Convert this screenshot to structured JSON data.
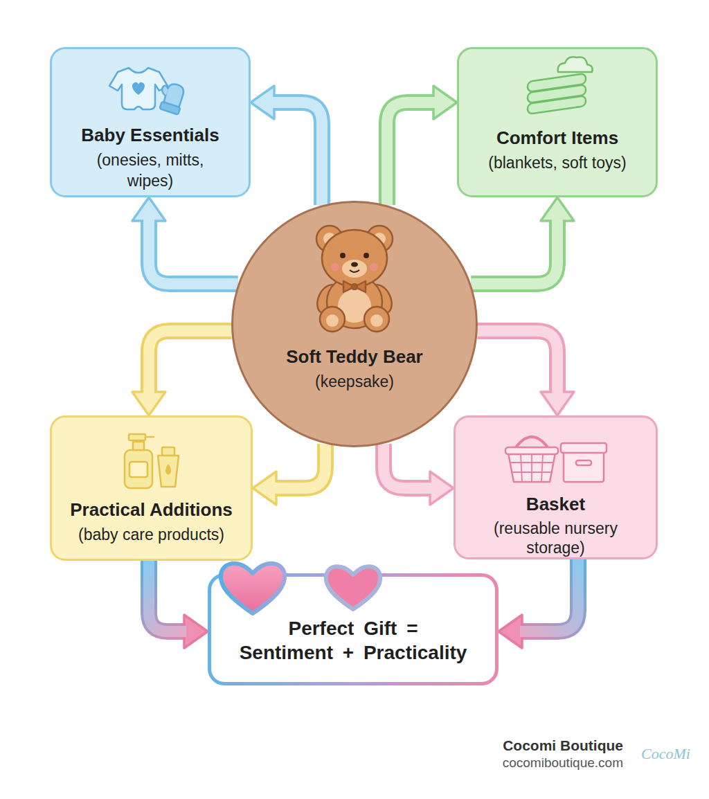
{
  "diagram": {
    "nodes": [
      {
        "text": [
          "Baby Essentials",
          "(onesies, mitts, wipes)"
        ]
      },
      {
        "text": [
          "Comfort Items",
          "(blankets, soft toys)"
        ]
      },
      {
        "text": [
          "Soft Teddy Bear",
          "(keepsake)"
        ]
      },
      {
        "text": [
          "Practical Additions",
          "(baby care products)"
        ]
      },
      {
        "text": [
          "Basket",
          "(reusable nursery storage)"
        ]
      },
      {
        "text": [
          "Perfect Gift = Sentiment + Practicality"
        ]
      }
    ],
    "edges": [
      {
        "from": 2,
        "to": 0,
        "arrow": "to"
      },
      {
        "from": 2,
        "to": 0,
        "arrow": "to"
      },
      {
        "from": 2,
        "to": 1,
        "arrow": "to"
      },
      {
        "from": 2,
        "to": 1,
        "arrow": "to"
      },
      {
        "from": 2,
        "to": 3,
        "arrow": "to"
      },
      {
        "from": 2,
        "to": 3,
        "arrow": "to"
      },
      {
        "from": 2,
        "to": 4,
        "arrow": "to"
      },
      {
        "from": 2,
        "to": 4,
        "arrow": "to"
      },
      {
        "from": 3,
        "to": 5,
        "arrow": "to"
      },
      {
        "from": 4,
        "to": 5,
        "arrow": "to"
      }
    ],
    "labels": [
      "Cocomi Boutique",
      "cocomiboutique.com",
      "CocoMi"
    ]
  }
}
